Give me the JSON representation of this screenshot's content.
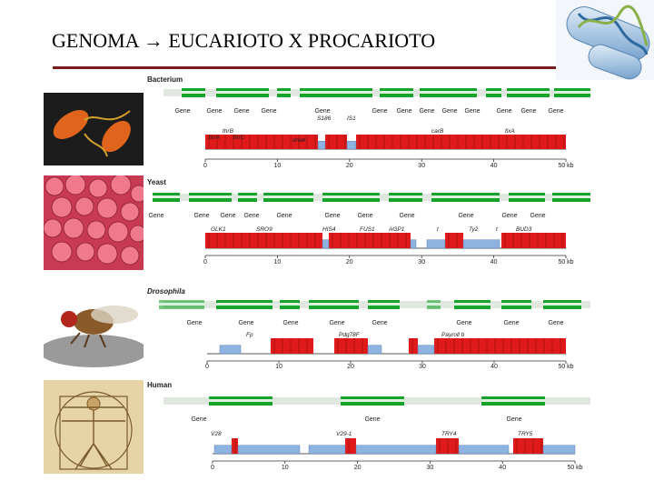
{
  "slide": {
    "title": "GENOMA → EUCARIOTO  X  PROCARIOTO"
  },
  "accent": {
    "title_rule": "#7a1b1b",
    "gene_green": "#17a32c",
    "gene_red": "#e01a1a",
    "blue": "#8fb3e0"
  },
  "icons": [
    "dna-capsule-icon"
  ],
  "panels": [
    {
      "organism": "Bacterium",
      "organism_italic": false,
      "gene_words": [
        "Gene",
        "Gene",
        "Gene",
        "Gene",
        "Gene",
        "Gene",
        "Gene",
        "Gene",
        "Gene",
        "Gene",
        "Gene",
        "Gene",
        "Gene"
      ],
      "genes": [
        "thrB",
        "thrA",
        "thrC",
        "dnaK",
        "S186",
        "IS1",
        "carB",
        "fixA"
      ],
      "axis": [
        "0",
        "10",
        "20",
        "30",
        "40",
        "50 kb"
      ]
    },
    {
      "organism": "Yeast",
      "organism_italic": false,
      "gene_words": [
        "Gene",
        "Gene",
        "Gene",
        "Gene",
        "Gene",
        "Gene",
        "Gene",
        "Gene",
        "Gene",
        "Gene",
        "Gene"
      ],
      "genes": [
        "GLK1",
        "SRO9",
        "HIS4",
        "FUS1",
        "AGP1",
        "t",
        "Ty2",
        "t",
        "BUD3"
      ],
      "axis": [
        "0",
        "10",
        "20",
        "30",
        "40",
        "50 kb"
      ]
    },
    {
      "organism": "Drosophila",
      "organism_italic": true,
      "gene_words": [
        "Gene",
        "Gene",
        "Gene",
        "Gene",
        "Gene",
        "Gene",
        "Gene",
        "Gene"
      ],
      "genes": [
        "Fp",
        "Pdg78F",
        "Payroll b"
      ],
      "axis": [
        "0",
        "10",
        "20",
        "30",
        "40",
        "50 kb"
      ]
    },
    {
      "organism": "Human",
      "organism_italic": false,
      "gene_words": [
        "Gene",
        "Gene",
        "Gene"
      ],
      "genes": [
        "V28",
        "V29-1",
        "TRY4",
        "TRY5"
      ],
      "axis": [
        "0",
        "10",
        "20",
        "30",
        "40",
        "50 kb"
      ]
    }
  ]
}
